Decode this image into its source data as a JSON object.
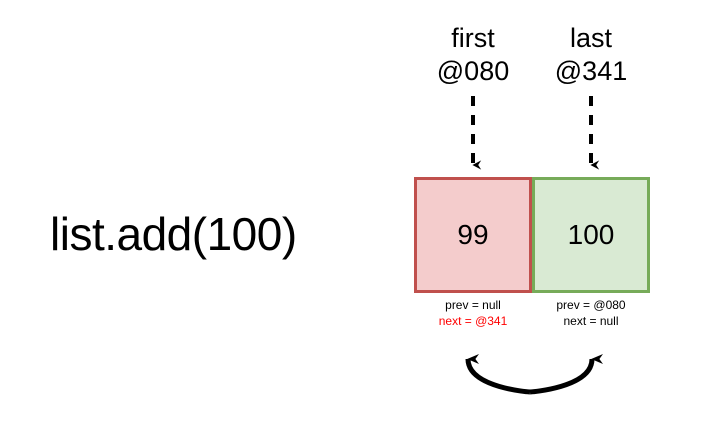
{
  "diagram": {
    "operation_label": "list.add(100)",
    "background_color": "#ffffff",
    "pointers": [
      {
        "name": "first",
        "address": "@080",
        "target": "node-99"
      },
      {
        "name": "last",
        "address": "@341",
        "target": "node-100"
      }
    ],
    "nodes": [
      {
        "id": "node-99",
        "value": "99",
        "fill_color": "#f4cccc",
        "border_color": "#c0504d",
        "fields": [
          {
            "text": "prev = null",
            "highlighted": false,
            "color": "#000000"
          },
          {
            "text": "next = @341",
            "highlighted": true,
            "color": "#ff0000"
          }
        ]
      },
      {
        "id": "node-100",
        "value": "100",
        "fill_color": "#d9ead3",
        "border_color": "#77ab59",
        "fields": [
          {
            "text": "prev = @080",
            "highlighted": false,
            "color": "#000000"
          },
          {
            "text": "next = null",
            "highlighted": false,
            "color": "#000000"
          }
        ]
      }
    ],
    "connector": {
      "style": "curved-double-headed-arrow",
      "color": "#000000",
      "from": "node-99-next",
      "to": "node-100-prev"
    }
  }
}
